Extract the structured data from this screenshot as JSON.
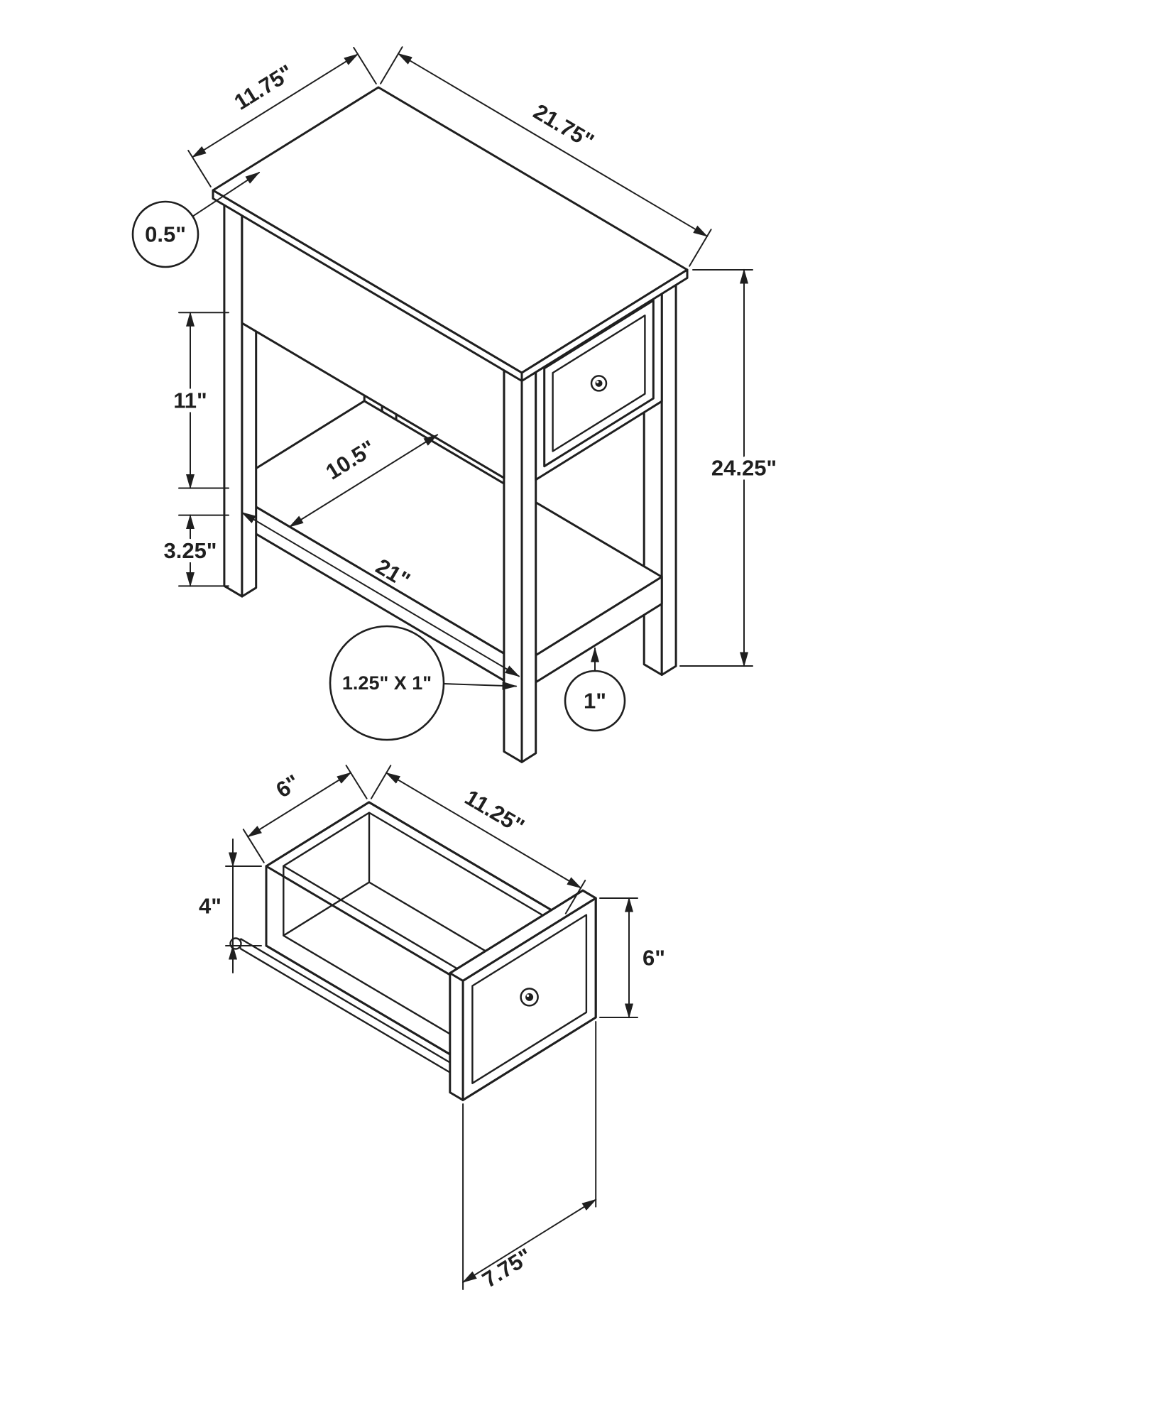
{
  "ink": "#1f1f1f",
  "table_view": {
    "dims": {
      "top_depth": "11.75\"",
      "top_length": "21.75\"",
      "top_thickness": "0.5\"",
      "drawer_bottom_to_shelf": "11\"",
      "shelf_to_floor": "3.25\"",
      "shelf_depth": "10.5\"",
      "shelf_length": "21\"",
      "leg_cross_section": "1.25\" X 1\"",
      "shelf_thickness": "1\"",
      "overall_height": "24.25\""
    }
  },
  "drawer_view": {
    "dims": {
      "outer_width": "6\"",
      "inner_length": "11.25\"",
      "side_height": "4\"",
      "front_height": "6\"",
      "front_width": "7.75\""
    }
  }
}
